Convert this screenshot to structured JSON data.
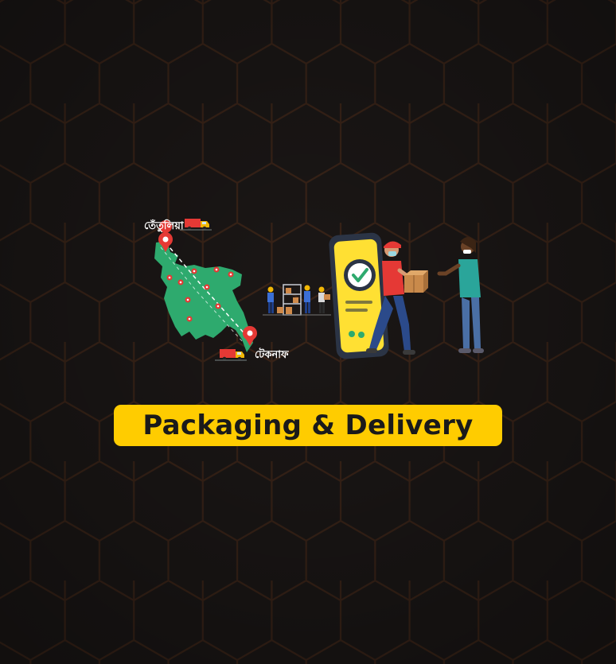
{
  "title": "Packaging & Delivery",
  "map": {
    "north_label": "তেঁতুলিয়া",
    "south_label": "টেকনাফ"
  },
  "colors": {
    "background": "#1b1716",
    "hex_grid": "#3a2418",
    "banner": "#ffcc00",
    "banner_text": "#1a1a1a",
    "map_fill": "#2eaa6e",
    "pin": "#e53935",
    "phone": "#ffe033"
  },
  "icons": [
    "hexagon-grid-background",
    "bangladesh-map-icon",
    "location-pin-icon",
    "delivery-truck-icon",
    "warehouse-workers-icon",
    "smartphone-checkmark-icon",
    "delivery-man-icon",
    "customer-icon",
    "parcel-box-icon"
  ]
}
